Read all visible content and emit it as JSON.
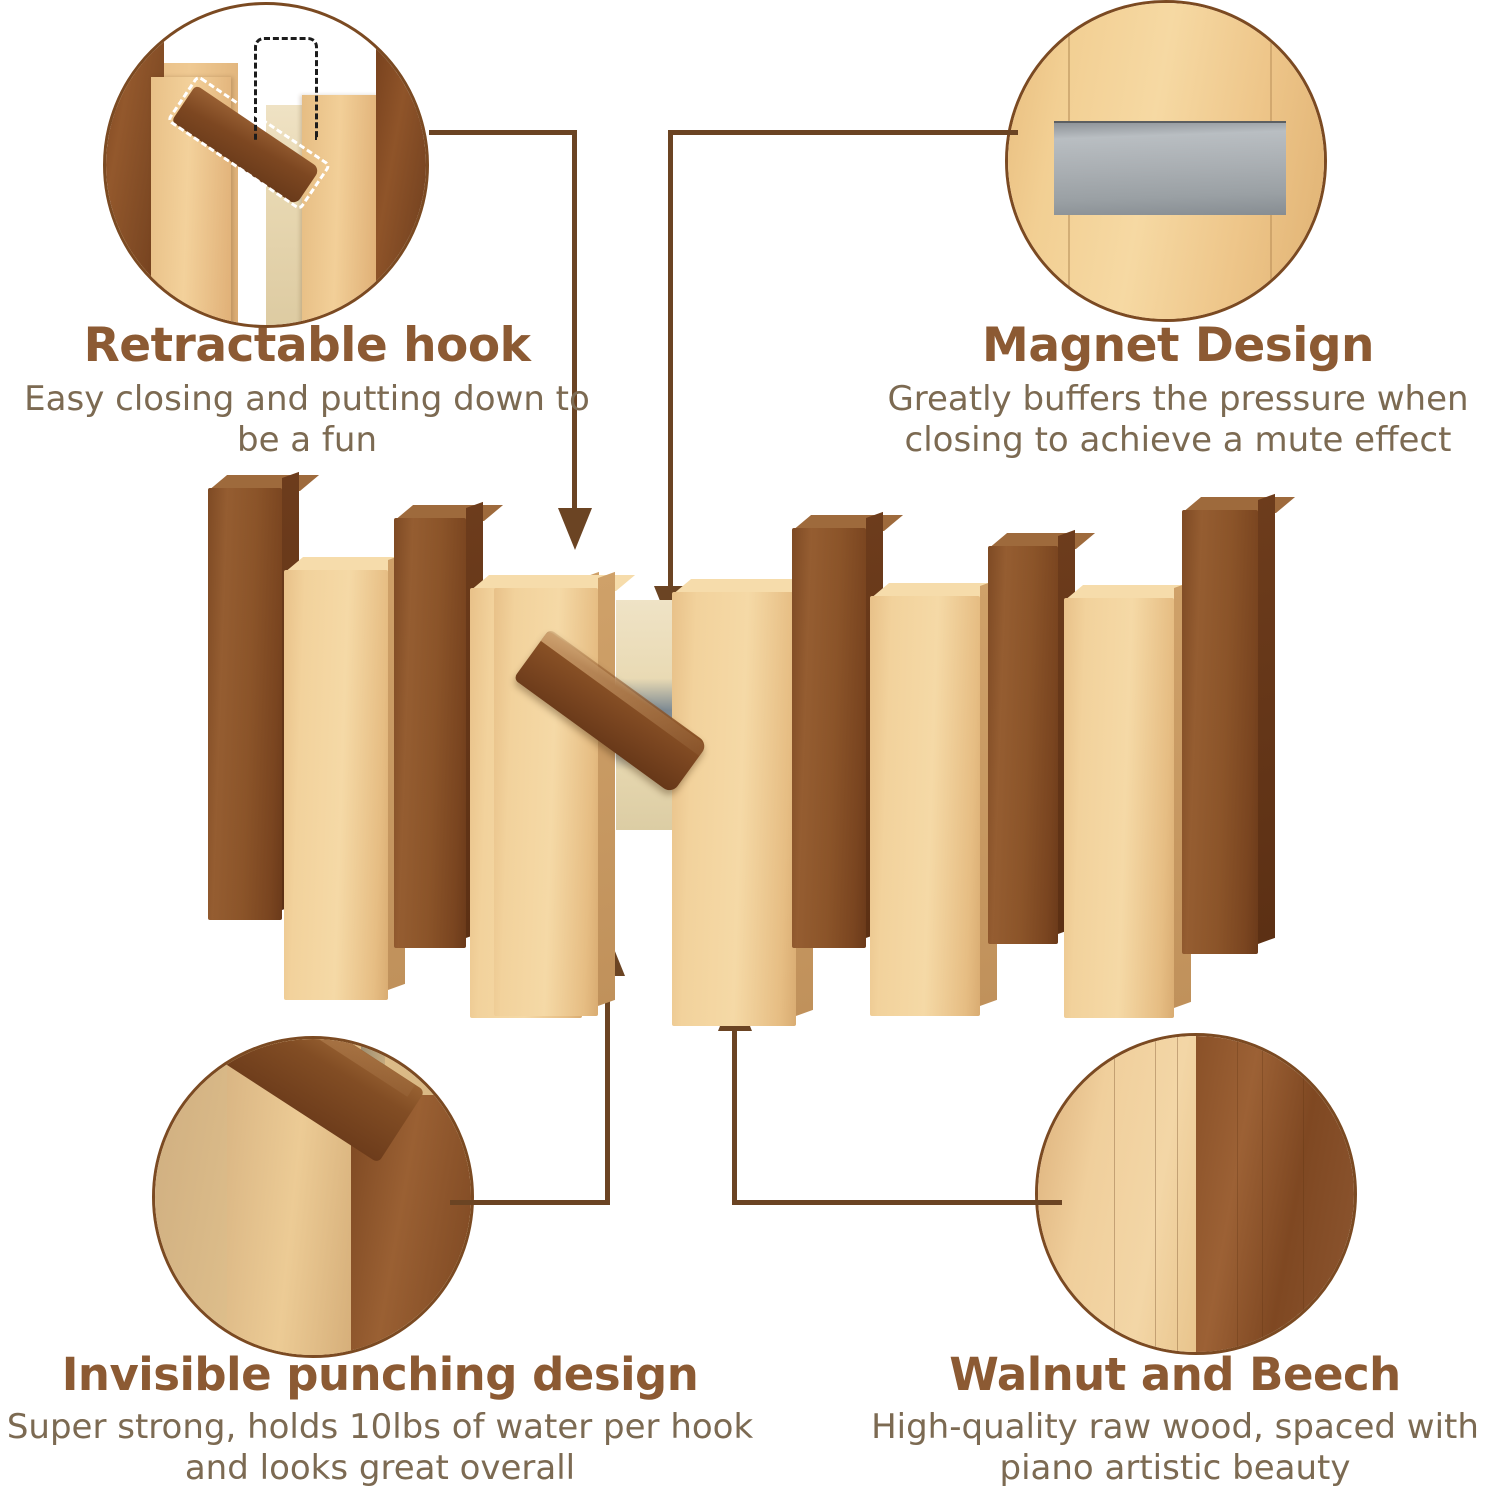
{
  "page": {
    "kind": "product-feature-infographic",
    "background_color": "#ffffff",
    "accent_title_color": "#8C5A33",
    "body_text_color": "#7C6A52",
    "connector_color": "#6B4423"
  },
  "features": [
    {
      "id": "retractable-hook",
      "position": "top-left",
      "title": "Retractable hook",
      "description": "Easy closing and putting down to be a fun",
      "detail_image": "retractable-hook-closeup",
      "detail_caption_colors": {
        "walnut": "#7F4A24",
        "beech": "#F0CC95"
      }
    },
    {
      "id": "magnet-design",
      "position": "top-right",
      "title": "Magnet Design",
      "description": "Greatly buffers the pressure when closing to achieve a mute effect",
      "detail_image": "magnet-strip-closeup",
      "detail_caption_colors": {
        "magnet": "#A9AEB2",
        "beech": "#F2CF93"
      }
    },
    {
      "id": "invisible-punching-design",
      "position": "bottom-left",
      "title": "Invisible punching design",
      "description": "Super strong, holds 10lbs of water per hook and looks great overall",
      "detail_image": "hook-arm-closeup",
      "detail_caption_colors": {
        "walnut": "#824D24",
        "beech": "#ECCB95"
      }
    },
    {
      "id": "walnut-and-beech",
      "position": "bottom-right",
      "title": "Walnut and Beech",
      "description": "High-quality raw wood, spaced with piano artistic beauty",
      "detail_image": "wood-grain-comparison",
      "detail_caption_colors": {
        "walnut": "#8A5128",
        "beech": "#F0CF9C"
      }
    }
  ],
  "product": {
    "name": "wall-mounted wooden coat rack",
    "slat_sequence": [
      "walnut",
      "beech",
      "walnut",
      "beech",
      "walnut",
      "beech",
      "walnut",
      "beech",
      "walnut",
      "beech",
      "walnut"
    ],
    "deployed_hook": "walnut",
    "visible_magnet_strip": true,
    "wood_types": [
      "walnut",
      "beech"
    ]
  }
}
